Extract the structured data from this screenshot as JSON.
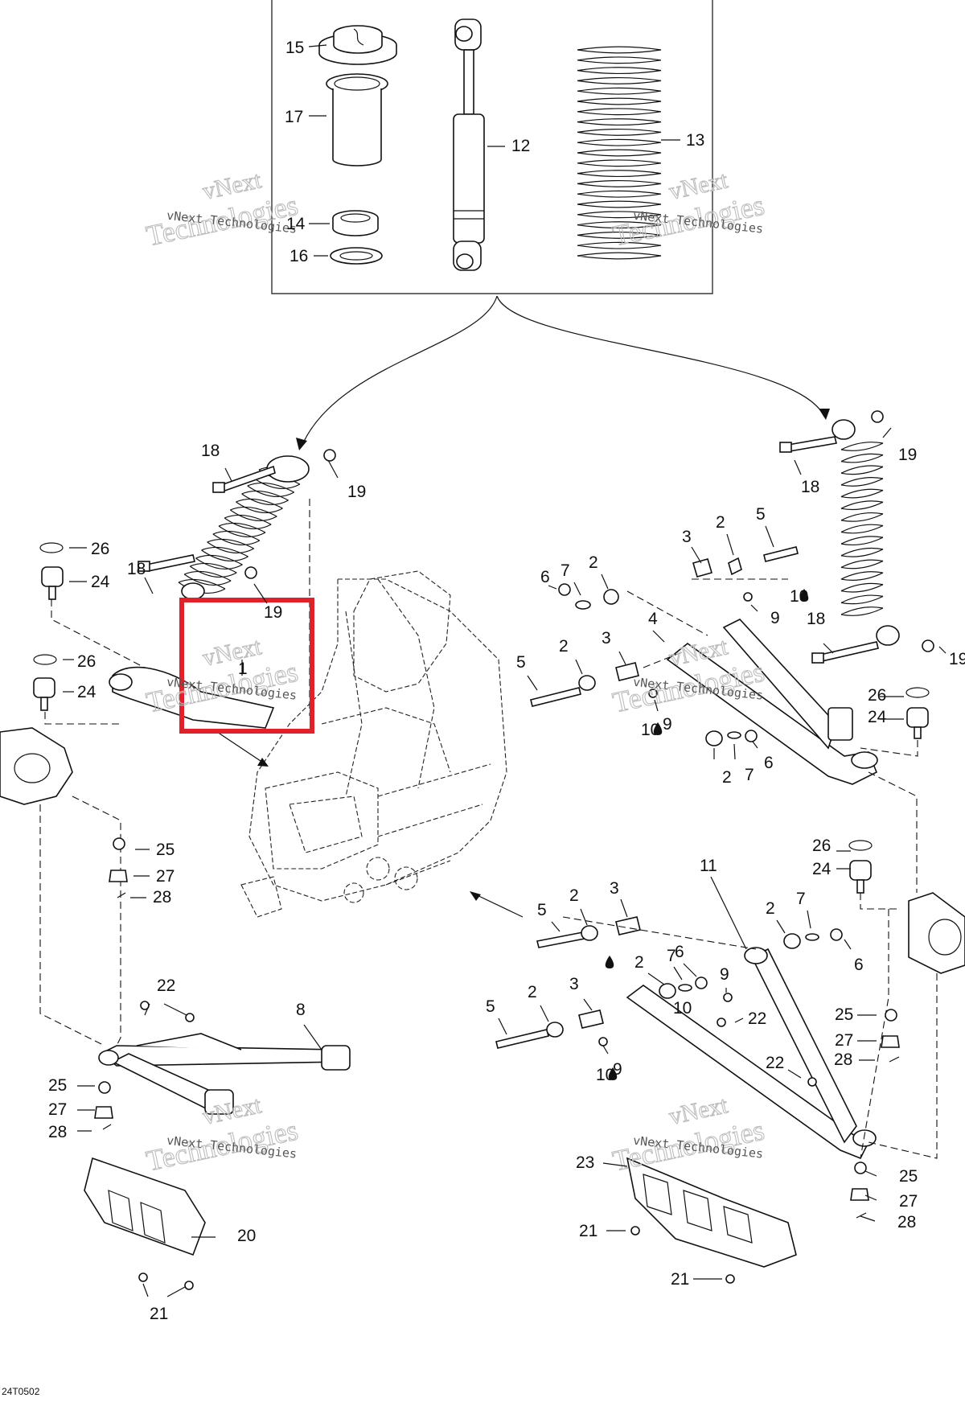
{
  "diagram_code": "24T0502",
  "watermark": {
    "line1": "vNext",
    "line2": "Technologies",
    "small": "vNext Technologies"
  },
  "highlight_color": "#e2202a",
  "callouts": {
    "top_box": [
      "15",
      "17",
      "14",
      "16",
      "12",
      "13"
    ],
    "left_shock": [
      "18",
      "19",
      "18",
      "19",
      "26",
      "24",
      "26",
      "24",
      "1"
    ],
    "right_shock": [
      "19",
      "18",
      "18",
      "19"
    ],
    "upper_arm": [
      "3",
      "2",
      "5",
      "6",
      "7",
      "2",
      "10",
      "9",
      "4",
      "5",
      "2",
      "3",
      "10",
      "9",
      "26",
      "24",
      "2",
      "7",
      "6"
    ],
    "left_knuckle": [
      "25",
      "27",
      "28"
    ],
    "lower_arm": [
      "11",
      "26",
      "24",
      "5",
      "2",
      "3",
      "2",
      "7",
      "6",
      "2",
      "7",
      "6",
      "9",
      "10",
      "22",
      "5",
      "2",
      "3",
      "10",
      "9",
      "25",
      "27",
      "28",
      "22"
    ],
    "left_lower": [
      "22",
      "8",
      "25",
      "27",
      "28",
      "20",
      "21"
    ],
    "right_lower": [
      "23",
      "21",
      "21",
      "25",
      "27",
      "28"
    ]
  }
}
